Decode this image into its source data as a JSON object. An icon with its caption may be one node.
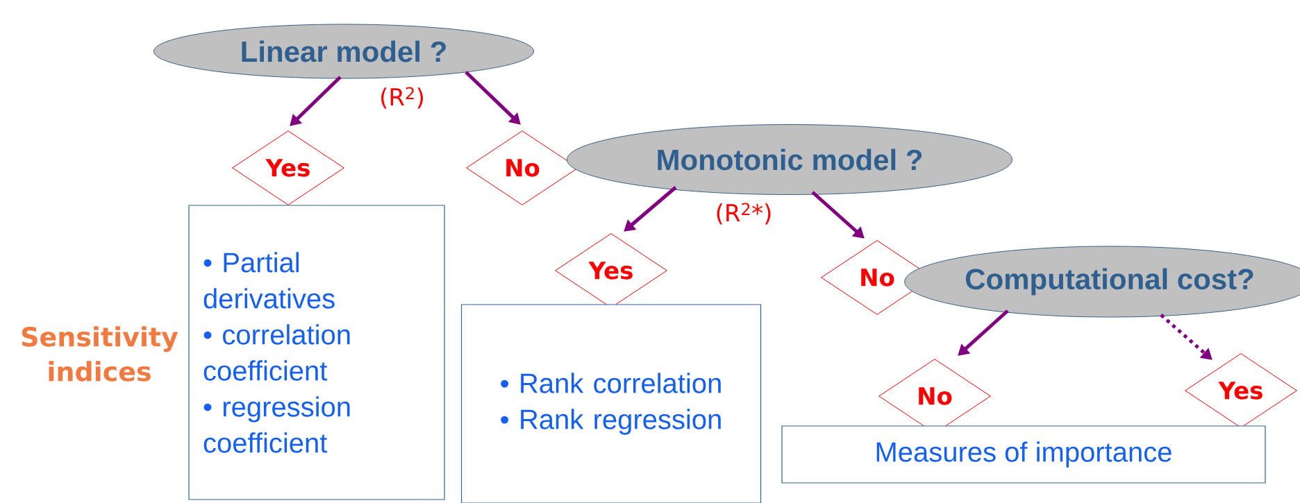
{
  "diagram": {
    "nodes": [
      {
        "text": [
          "Linear model ?"
        ]
      },
      {
        "text": [
          "Yes"
        ]
      },
      {
        "text": [
          "No"
        ]
      },
      {
        "text": [
          "• Partial derivatives",
          "• correlation coefficient",
          "• regression coefficient"
        ]
      },
      {
        "text": [
          "Monotonic model ?"
        ]
      },
      {
        "text": [
          "Yes"
        ]
      },
      {
        "text": [
          "No"
        ]
      },
      {
        "text": [
          "• Rank correlation",
          "• Rank regression"
        ]
      },
      {
        "text": [
          "Computational cost?"
        ]
      },
      {
        "text": [
          "No"
        ]
      },
      {
        "text": [
          "Yes"
        ]
      },
      {
        "text": [
          "Measures of importance"
        ]
      }
    ],
    "edges": [
      {
        "from": 0,
        "to": 1,
        "arrow": "to"
      },
      {
        "from": 0,
        "to": 2,
        "arrow": "to"
      },
      {
        "from": 4,
        "to": 5,
        "arrow": "to"
      },
      {
        "from": 4,
        "to": 6,
        "arrow": "to"
      },
      {
        "from": 8,
        "to": 9,
        "arrow": "to"
      },
      {
        "from": 8,
        "to": 10,
        "arrow": "to",
        "style": "dashed"
      }
    ],
    "labels": [
      "(R$^{2}$)",
      "Sensitivity indices",
      "(R$^{2}$*)"
    ]
  }
}
